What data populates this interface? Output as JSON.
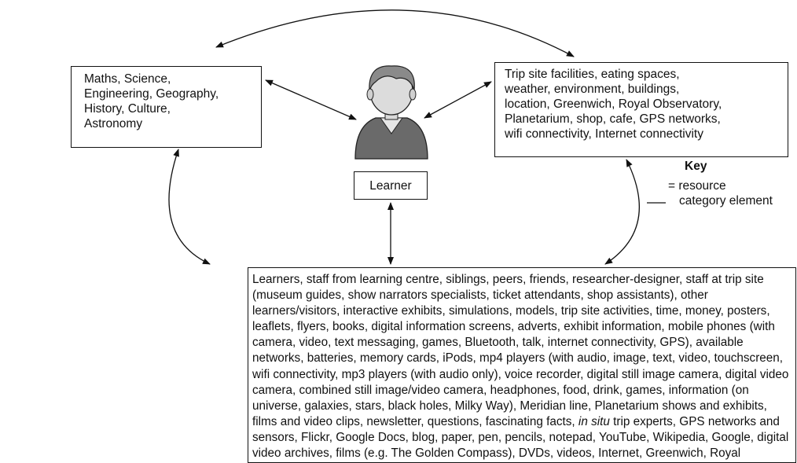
{
  "learner_label": "Learner",
  "subjects_text": "Maths, Science, Engineering, Geography, History, Culture, Astronomy",
  "subjects_lines": [
    "Maths, Science,",
    "Engineering, Geography,",
    "History, Culture,",
    "Astronomy"
  ],
  "site_lines": [
    "Trip site facilities, eating spaces,",
    "weather, environment, buildings,",
    "location, Greenwich, Royal Observatory,",
    "Planetarium, shop, cafe, GPS networks,",
    "wifi connectivity, Internet connectivity"
  ],
  "resources": {
    "before_italic": "Learners, staff from learning centre, siblings, peers, friends, researcher-designer, staff at trip site (museum guides, show narrators specialists, ticket attendants, shop assistants), other learners/visitors, interactive exhibits, simulations, models, trip site activities, time, money, posters, leaflets, flyers, books, digital information screens, adverts, exhibit information, mobile phones (with camera, video, text messaging, games, Bluetooth, talk, internet connectivity, GPS), available networks, batteries, memory cards, iPods, mp4 players (with audio, image, text, video, touchscreen, wifi connectivity, mp3 players (with audio only), voice recorder, digital still image camera, digital video camera, combined still image/video camera, headphones, food, drink, games, information (on universe, galaxies, stars, black holes, Milky Way), Meridian line, Planetarium shows and exhibits, films and video clips, newsletter, questions, fascinating facts, ",
    "italic": "in situ",
    "after_italic": " trip experts, GPS networks and sensors, Flickr, Google Docs, blog, paper, pen, pencils, notepad, YouTube, Wikipedia, Google, digital video archives, films (e.g. The Golden Compass), DVDs, videos, Internet, Greenwich, Royal Observatory, Planetarium, shop, cafe."
  },
  "key": {
    "title": "Key",
    "line1": "= resource",
    "line2": "category element"
  }
}
